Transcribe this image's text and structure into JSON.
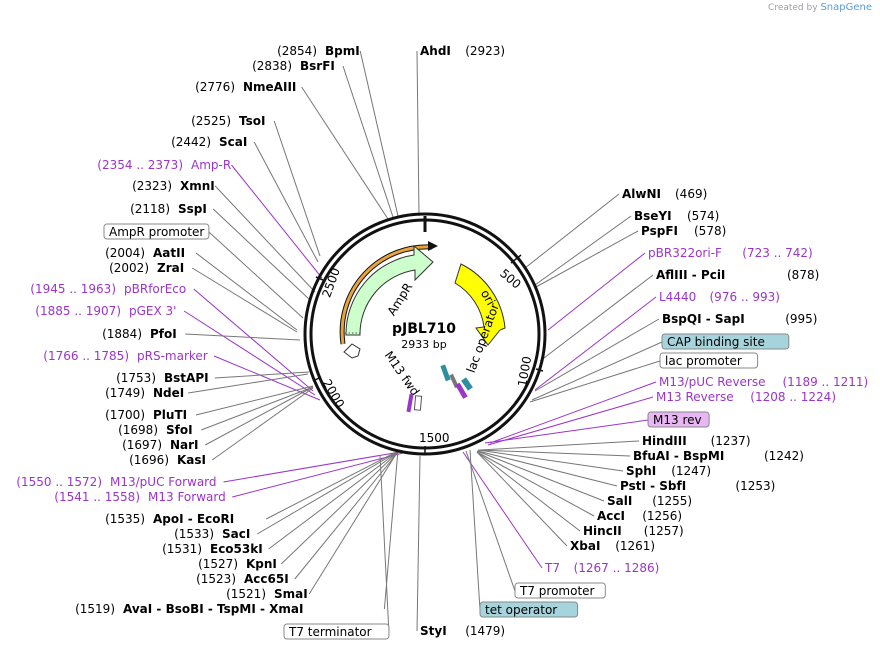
{
  "header": {
    "credit_prefix": "Created by",
    "credit_brand": "SnapGene"
  },
  "plasmid": {
    "name": "pJBL710",
    "size": "2933 bp"
  },
  "ticks": [
    "500",
    "1000",
    "1500",
    "2000",
    "2500"
  ],
  "features": {
    "ampr": "AmpR",
    "ori": "ori",
    "lac_operator": "lac operator",
    "m13_fwd": "M13 fwd"
  },
  "left_labels": [
    {
      "pos": "(2854)",
      "name": "BpmI"
    },
    {
      "pos": "(2838)",
      "name": "BsrFI"
    },
    {
      "pos": "(2776)",
      "name": "NmeAIII"
    },
    {
      "pos": "(2525)",
      "name": "TsoI"
    },
    {
      "pos": "(2442)",
      "name": "ScaI"
    },
    {
      "pos": "(2354 .. 2373)",
      "name": "Amp-R",
      "purple": true
    },
    {
      "pos": "(2323)",
      "name": "XmnI"
    },
    {
      "pos": "(2118)",
      "name": "SspI"
    },
    {
      "box": "AmpR promoter"
    },
    {
      "pos": "(2004)",
      "name": "AatII"
    },
    {
      "pos": "(2002)",
      "name": "ZraI"
    },
    {
      "pos": "(1945 .. 1963)",
      "name": "pBRforEco",
      "purple": true
    },
    {
      "pos": "(1885 .. 1907)",
      "name": "pGEX 3'",
      "purple": true
    },
    {
      "pos": "(1884)",
      "name": "PfoI"
    },
    {
      "pos": "(1766 .. 1785)",
      "name": "pRS-marker",
      "purple": true
    },
    {
      "pos": "(1753)",
      "name": "BstAPI"
    },
    {
      "pos": "(1749)",
      "name": "NdeI"
    },
    {
      "pos": "(1700)",
      "name": "PluTI"
    },
    {
      "pos": "(1698)",
      "name": "SfoI"
    },
    {
      "pos": "(1697)",
      "name": "NarI"
    },
    {
      "pos": "(1696)",
      "name": "KasI"
    },
    {
      "pos": "(1550 .. 1572)",
      "name": "M13/pUC Forward",
      "purple": true
    },
    {
      "pos": "(1541 .. 1558)",
      "name": "M13 Forward",
      "purple": true
    },
    {
      "pos": "(1535)",
      "name": "ApoI  -  EcoRI"
    },
    {
      "pos": "(1533)",
      "name": "SacI"
    },
    {
      "pos": "(1531)",
      "name": "Eco53kI"
    },
    {
      "pos": "(1527)",
      "name": "KpnI"
    },
    {
      "pos": "(1523)",
      "name": "Acc65I"
    },
    {
      "pos": "(1521)",
      "name": "SmaI"
    },
    {
      "pos": "(1519)",
      "name": "AvaI  -  BsoBI  -  TspMI  -  XmaI"
    },
    {
      "box": "T7 terminator"
    }
  ],
  "right_labels": [
    {
      "name": "AhdI",
      "pos": "(2923)"
    },
    {
      "name": "AlwNI",
      "pos": "(469)"
    },
    {
      "name": "BseYI",
      "pos": "(574)"
    },
    {
      "name": "PspFI",
      "pos": "(578)"
    },
    {
      "name": "pBR322ori-F",
      "pos": "(723 .. 742)",
      "purple": true
    },
    {
      "name": "AflIII  -  PciI",
      "pos": "(878)"
    },
    {
      "name": "L4440",
      "pos": "(976 .. 993)",
      "purple": true
    },
    {
      "name": "BspQI  -  SapI",
      "pos": "(995)"
    },
    {
      "box": "CAP binding site",
      "style": "teal"
    },
    {
      "box": "lac promoter",
      "style": "white"
    },
    {
      "name": "M13/pUC Reverse",
      "pos": "(1189 .. 1211)",
      "purple": true
    },
    {
      "name": "M13 Reverse",
      "pos": "(1208 .. 1224)",
      "purple": true
    },
    {
      "box": "M13 rev",
      "style": "violet"
    },
    {
      "name": "HindIII",
      "pos": "(1237)"
    },
    {
      "name": "BfuAI  -  BspMI",
      "pos": "(1242)"
    },
    {
      "name": "SphI",
      "pos": "(1247)"
    },
    {
      "name": "PstI  -  SbfI",
      "pos": "(1253)"
    },
    {
      "name": "SalI",
      "pos": "(1255)"
    },
    {
      "name": "AccI",
      "pos": "(1256)"
    },
    {
      "name": "HincII",
      "pos": "(1257)"
    },
    {
      "name": "XbaI",
      "pos": "(1261)"
    },
    {
      "name": "T7",
      "pos": "(1267 .. 1286)",
      "purple": true
    },
    {
      "box": "T7 promoter",
      "style": "white"
    },
    {
      "box": "tet operator",
      "style": "teal"
    },
    {
      "name": "StyI",
      "pos": "(1479)"
    }
  ],
  "colors": {
    "purple": "#9a35c9",
    "ampr_fill": "#ccffcc",
    "ori_fill": "#ffff00",
    "teal_box": "#a6d4dc",
    "violet_box": "#e8b6f2",
    "orange_arc": "#e8a33b"
  }
}
